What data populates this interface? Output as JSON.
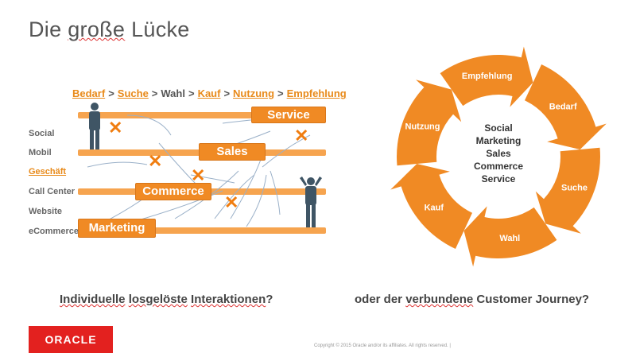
{
  "title": {
    "pre": "Die ",
    "mark": "große",
    "post": " Lücke"
  },
  "journey": [
    "Bedarf",
    "Suche",
    "Wahl",
    "Kauf",
    "Nutzung",
    "Empfehlung"
  ],
  "journey_sep": ">",
  "channels": [
    "Social",
    "Mobil",
    "Geschäft",
    "Call Center",
    "Website",
    "eCommerce"
  ],
  "stages": {
    "service": "Service",
    "sales": "Sales",
    "commerce": "Commerce",
    "marketing": "Marketing"
  },
  "cycle": {
    "center": [
      "Social",
      "Marketing",
      "Sales",
      "Commerce",
      "Service"
    ],
    "steps": [
      "Empfehlung",
      "Bedarf",
      "Suche",
      "Wahl",
      "Kauf",
      "Nutzung"
    ]
  },
  "questions": {
    "left": {
      "w1": "Individuelle",
      "w2": "losgelöste",
      "w3": "Interaktionen",
      "end": "?"
    },
    "right": {
      "w1": "oder der ",
      "w2": "verbundene",
      "w3": " Customer Journey?"
    }
  },
  "logo": "ORACLE",
  "copyright": "Copyright © 2015 Oracle and/or its affiliates. All rights reserved.  |",
  "colors": {
    "orange": "#f08a24",
    "light_orange": "#f6a44f",
    "oracle_red": "#e3211f"
  },
  "icons": [
    "person-standing-icon",
    "person-confused-icon",
    "x-mark-icon",
    "arrow-icon"
  ]
}
